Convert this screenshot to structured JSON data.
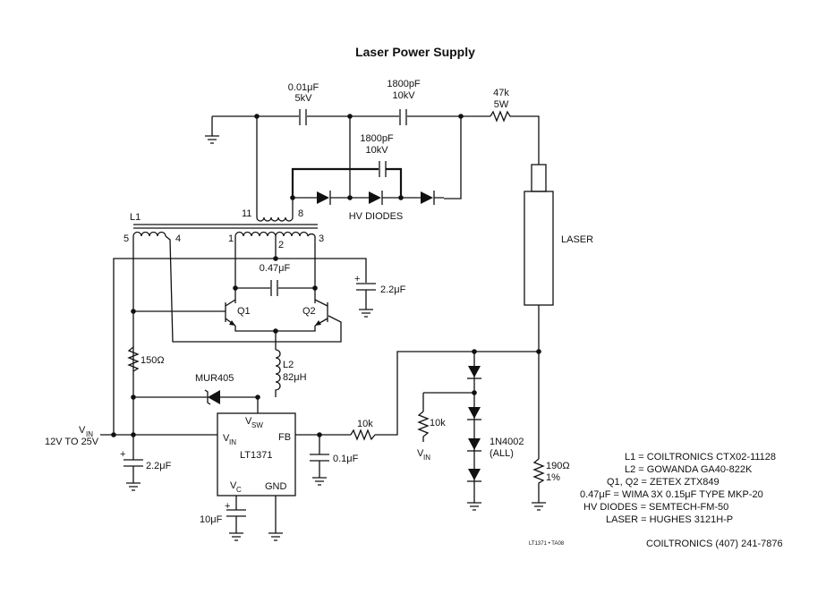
{
  "title": "Laser Power Supply",
  "caps": {
    "c1": [
      "0.01μF",
      "5kV"
    ],
    "c2": [
      "1800pF",
      "10kV"
    ],
    "c3": [
      "1800pF",
      "10kV"
    ],
    "c4": "0.47μF",
    "c5": "2.2μF",
    "c6": "2.2μF",
    "c7": "0.1μF",
    "c8": "10μF"
  },
  "resistors": {
    "r1": [
      "47k",
      "5W"
    ],
    "r2": "150Ω",
    "r3": "10k",
    "r4": "10k",
    "r5": [
      "190Ω",
      "1%"
    ]
  },
  "labels": {
    "l1": "L1",
    "l2": [
      "L2",
      "82μH"
    ],
    "q1": "Q1",
    "q2": "Q2",
    "hv_diodes": "HV DIODES",
    "laser": "LASER",
    "mur405": "MUR405",
    "diode_1n4002": [
      "1N4002",
      "(ALL)"
    ],
    "vin_main": "V",
    "vin_main_sub": "IN",
    "vin_range": "12V TO 25V",
    "vin_small": "V",
    "vin_small_sub": "IN",
    "ic_name": "LT1371",
    "pin_vsw": "V",
    "pin_vsw_sub": "SW",
    "pin_vin": "V",
    "pin_vin_sub": "IN",
    "pin_fb": "FB",
    "pin_vc": "V",
    "pin_vc_sub": "C",
    "pin_gnd": "GND",
    "pins": {
      "p11": "11",
      "p8": "8",
      "p5": "5",
      "p4": "4",
      "p1": "1",
      "p2": "2",
      "p3": "3"
    },
    "figure_code": "LT1371 • TA08"
  },
  "parts_list": [
    "L1 = COILTRONICS CTX02-11128",
    "L2 = GOWANDA GA40-822K",
    "Q1, Q2 = ZETEX ZTX849",
    "0.47μF = WIMA 3X 0.15μF TYPE MKP-20",
    "HV DIODES = SEMTECH-FM-50",
    "LASER = HUGHES 3121H-P"
  ],
  "vendor_contact": "COILTRONICS (407) 241-7876"
}
